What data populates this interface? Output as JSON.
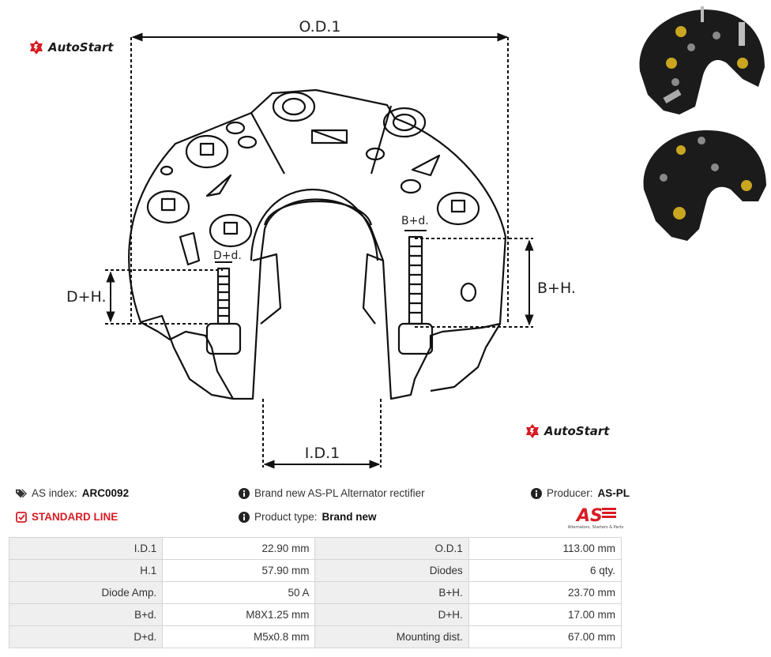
{
  "brand": {
    "name": "AutoStart"
  },
  "drawing_labels": {
    "od1": "O.D.1",
    "id1": "I.D.1",
    "dh": "D+H.",
    "bh": "B+H.",
    "bd": "B+d.",
    "dd": "D+d."
  },
  "info": {
    "as_index_label": "AS index:",
    "as_index_value": "ARC0092",
    "description": "Brand new AS-PL Alternator rectifier",
    "producer_label": "Producer:",
    "producer_value": "AS-PL",
    "standard_line": "STANDARD LINE",
    "product_type_label": "Product type:",
    "product_type_value": "Brand new",
    "producer_logo_text": "AS",
    "producer_logo_sub": "Alternators, Starters & Parts"
  },
  "colors": {
    "accent_red": "#d81c24",
    "label_bg": "#efefef"
  },
  "specs": [
    {
      "l1": "I.D.1",
      "v1": "22.90 mm",
      "l2": "O.D.1",
      "v2": "113.00 mm"
    },
    {
      "l1": "H.1",
      "v1": "57.90 mm",
      "l2": "Diodes",
      "v2": "6 qty."
    },
    {
      "l1": "Diode Amp.",
      "v1": "50 A",
      "l2": "B+H.",
      "v2": "23.70 mm"
    },
    {
      "l1": "B+d.",
      "v1": "M8X1.25 mm",
      "l2": "D+H.",
      "v2": "17.00 mm"
    },
    {
      "l1": "D+d.",
      "v1": "M5x0.8 mm",
      "l2": "Mounting dist.",
      "v2": "67.00 mm"
    }
  ]
}
